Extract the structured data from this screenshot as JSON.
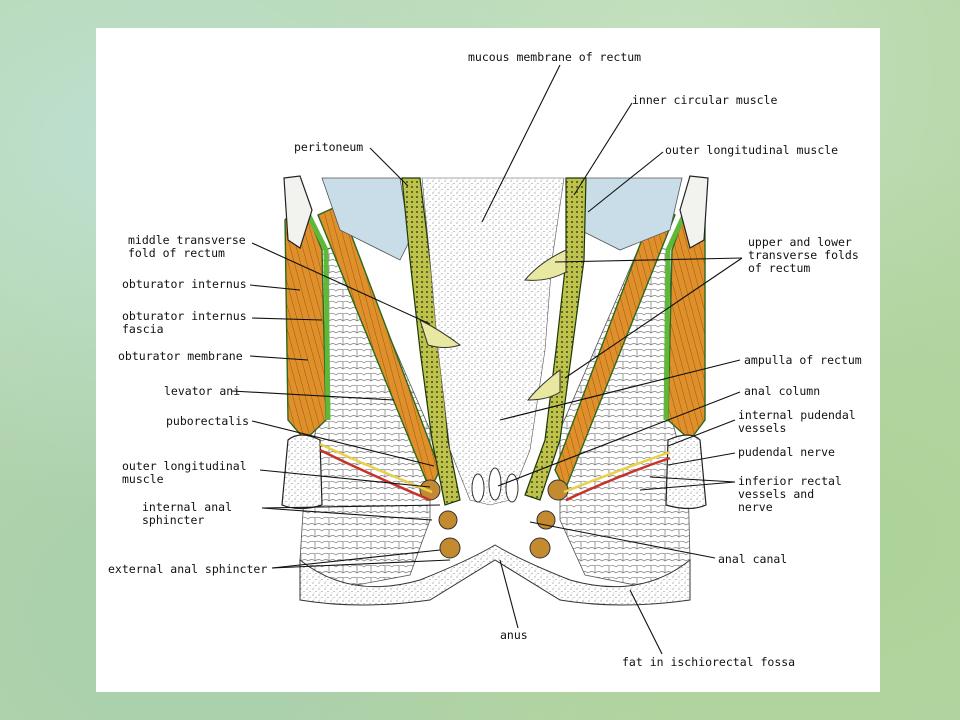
{
  "labels": {
    "mucous_membrane": "mucous membrane of rectum",
    "inner_circular": "inner circular muscle",
    "peritoneum": "peritoneum",
    "outer_longitudinal_top": "outer longitudinal muscle",
    "middle_transverse": "middle transverse\nfold of rectum",
    "upper_lower_folds": "upper and lower\ntransverse folds\nof rectum",
    "obturator_internus": "obturator internus",
    "obturator_fascia": "obturator internus\nfascia",
    "obturator_membrane": "obturator membrane",
    "ampulla": "ampulla of rectum",
    "levator_ani": "levator ani",
    "anal_column": "anal column",
    "puborectalis": "puborectalis",
    "internal_pudendal": "internal pudendal\nvessels",
    "pudendal_nerve": "pudendal nerve",
    "outer_longitudinal_left": "outer longitudinal\nmuscle",
    "inferior_rectal": "inferior rectal\nvessels and\nnerve",
    "internal_anal_sphincter": "internal anal\nsphincter",
    "anal_canal": "anal canal",
    "external_anal_sphincter": "external anal sphincter",
    "anus": "anus",
    "fat_ischiorectal": "fat in ischiorectal fossa"
  },
  "colors": {
    "muscle_orange": "#e0902a",
    "fascia_green": "#5fb83a",
    "mucosa_blue": "#c9dde8",
    "bone_grey": "#f2f2ee",
    "artery_red": "#c8322a",
    "nerve_yellow": "#e8d24a"
  }
}
